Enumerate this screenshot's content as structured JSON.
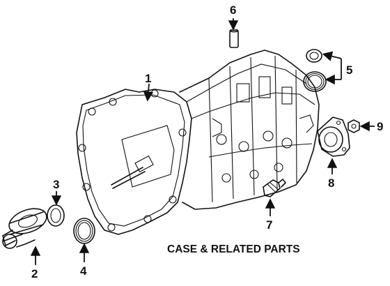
{
  "caption": "CASE & RELATED PARTS",
  "callouts": [
    {
      "id": "1",
      "label": "1"
    },
    {
      "id": "2",
      "label": "2"
    },
    {
      "id": "3",
      "label": "3"
    },
    {
      "id": "4",
      "label": "4"
    },
    {
      "id": "5",
      "label": "5"
    },
    {
      "id": "6",
      "label": "6"
    },
    {
      "id": "7",
      "label": "7"
    },
    {
      "id": "8",
      "label": "8"
    },
    {
      "id": "9",
      "label": "9"
    }
  ]
}
